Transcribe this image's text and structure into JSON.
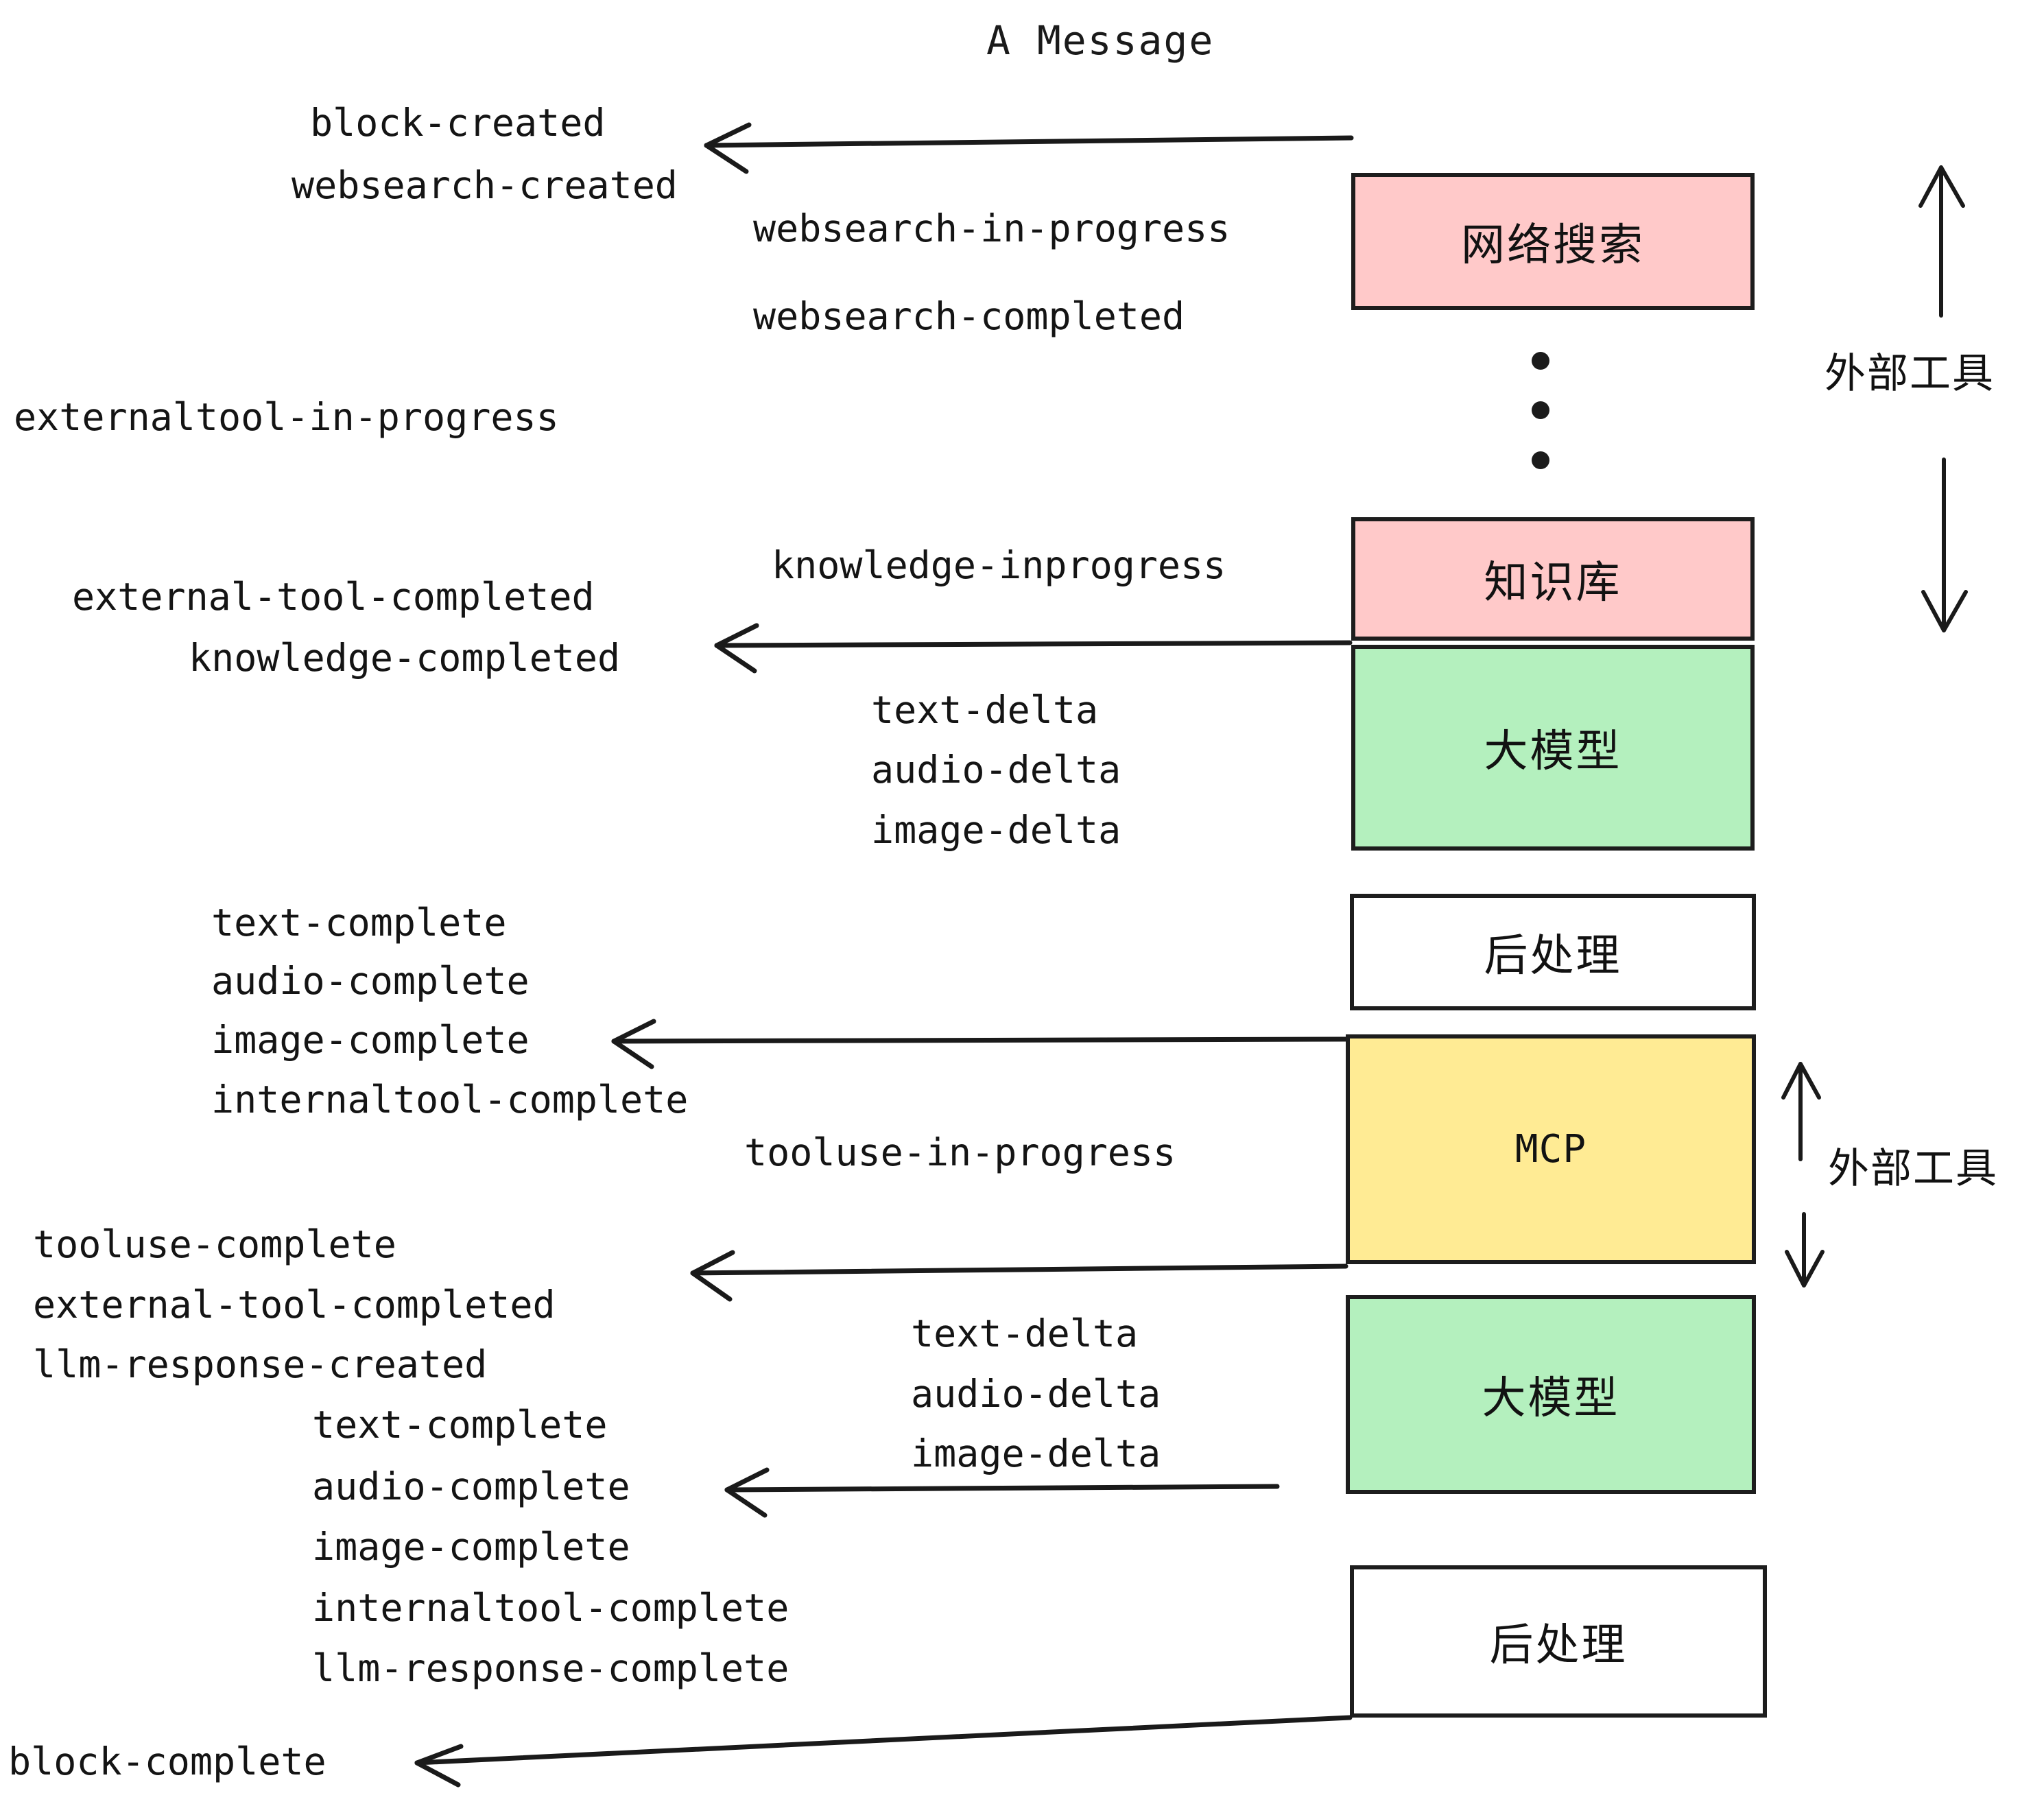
{
  "diagram": {
    "title": "A Message",
    "colors": {
      "pink": "#FFC9C9",
      "green": "#B4F0BE",
      "yellow": "#FFEB94",
      "white": "#FFFFFF",
      "stroke": "#1D1D1D",
      "text": "#141414"
    },
    "nodes": [
      {
        "id": "websearch",
        "label": "网络搜索",
        "fill": "#FFC9C9"
      },
      {
        "id": "knowledge",
        "label": "知识库",
        "fill": "#FFC9C9"
      },
      {
        "id": "llm-1",
        "label": "大模型",
        "fill": "#B4F0BE"
      },
      {
        "id": "postprocess-1",
        "label": "后处理",
        "fill": "#FFFFFF"
      },
      {
        "id": "mcp",
        "label": "MCP",
        "fill": "#FFEB94"
      },
      {
        "id": "llm-2",
        "label": "大模型",
        "fill": "#B4F0BE"
      },
      {
        "id": "postprocess-2",
        "label": "后处理",
        "fill": "#FFFFFF"
      }
    ],
    "side_labels": [
      {
        "id": "external-tools-top",
        "label": "外部工具"
      },
      {
        "id": "external-tools-bottom",
        "label": "外部工具"
      }
    ],
    "events": {
      "block_created": "block-created",
      "websearch_created": "websearch-created",
      "websearch_in_progress": "websearch-in-progress",
      "websearch_completed": "websearch-completed",
      "externaltool_in_progress": "externaltool-in-progress",
      "knowledge_inprogress": "knowledge-inprogress",
      "external_tool_completed_1": "external-tool-completed",
      "knowledge_completed": "knowledge-completed",
      "text_delta_1": "text-delta",
      "audio_delta_1": "audio-delta",
      "image_delta_1": "image-delta",
      "text_complete_1": "text-complete",
      "audio_complete_1": "audio-complete",
      "image_complete_1": "image-complete",
      "internaltool_complete_1": "internaltool-complete",
      "tooluse_in_progress": "tooluse-in-progress",
      "tooluse_complete": "tooluse-complete",
      "external_tool_completed_2": "external-tool-completed",
      "llm_response_created": "llm-response-created",
      "text_delta_2": "text-delta",
      "audio_delta_2": "audio-delta",
      "image_delta_2": "image-delta",
      "text_complete_2": "text-complete",
      "audio_complete_2": "audio-complete",
      "image_complete_2": "image-complete",
      "internaltool_complete_2": "internaltool-complete",
      "llm_response_complete": "llm-response-complete",
      "block_complete": "block-complete"
    }
  }
}
